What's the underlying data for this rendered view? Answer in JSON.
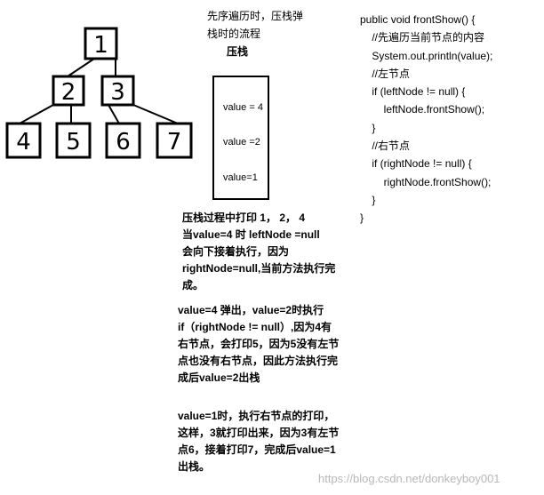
{
  "tree": {
    "nodes": [
      {
        "id": "n1",
        "label": "1"
      },
      {
        "id": "n2",
        "label": "2"
      },
      {
        "id": "n3",
        "label": "3"
      },
      {
        "id": "n4",
        "label": "4"
      },
      {
        "id": "n5",
        "label": "5"
      },
      {
        "id": "n6",
        "label": "6"
      },
      {
        "id": "n7",
        "label": "7"
      }
    ]
  },
  "caption": {
    "line1": "先序遍历时，压栈弹",
    "line2": "栈时的流程",
    "line3": "压栈"
  },
  "stack": {
    "items": [
      "value = 4",
      "value =2",
      "value=1"
    ]
  },
  "notes": {
    "para1": [
      "压栈过程中打印 1， 2， 4",
      "当value=4 时 leftNode =null",
      "会向下接着执行，因为",
      "rightNode=null,当前方法执行完",
      "成。"
    ],
    "para2": [
      "value=4 弹出，value=2时执行",
      "if（rightNode != null）,因为4有",
      "右节点，会打印5，因为5没有左节",
      "点也没有右节点，因此方法执行完",
      "成后value=2出栈"
    ],
    "para3": [
      "value=1时，执行右节点的打印，",
      "这样，3就打印出来，因为3有左节",
      "点6，接着打印7，完成后value=1",
      "出栈。"
    ]
  },
  "code": [
    "public void frontShow() {",
    "    //先遍历当前节点的内容",
    "    System.out.println(value);",
    "    //左节点",
    "    if (leftNode != null) {",
    "        leftNode.frontShow();",
    "    }",
    "    //右节点",
    "    if (rightNode != null) {",
    "        rightNode.frontShow();",
    "    }",
    "}"
  ],
  "watermark": "https://blog.csdn.net/donkeyboy001"
}
